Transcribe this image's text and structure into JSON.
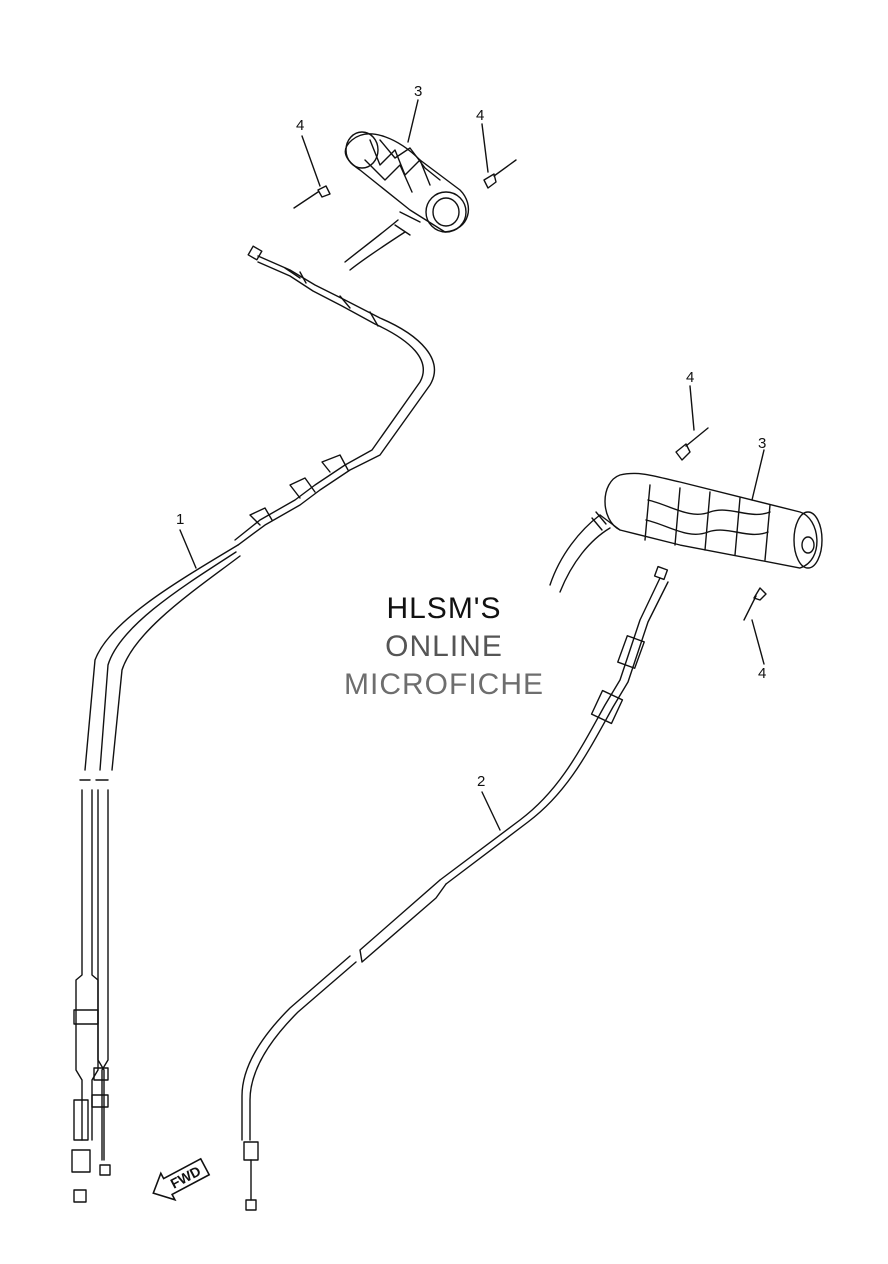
{
  "watermark": {
    "line1": "HLSM'S",
    "line2": "ONLINE",
    "line3": "MICROFICHE"
  },
  "callouts": {
    "c1": "1",
    "c2": "2",
    "c3a": "3",
    "c3b": "3",
    "c4a": "4",
    "c4b": "4",
    "c4c": "4",
    "c4d": "4"
  },
  "fwd": "FWD"
}
